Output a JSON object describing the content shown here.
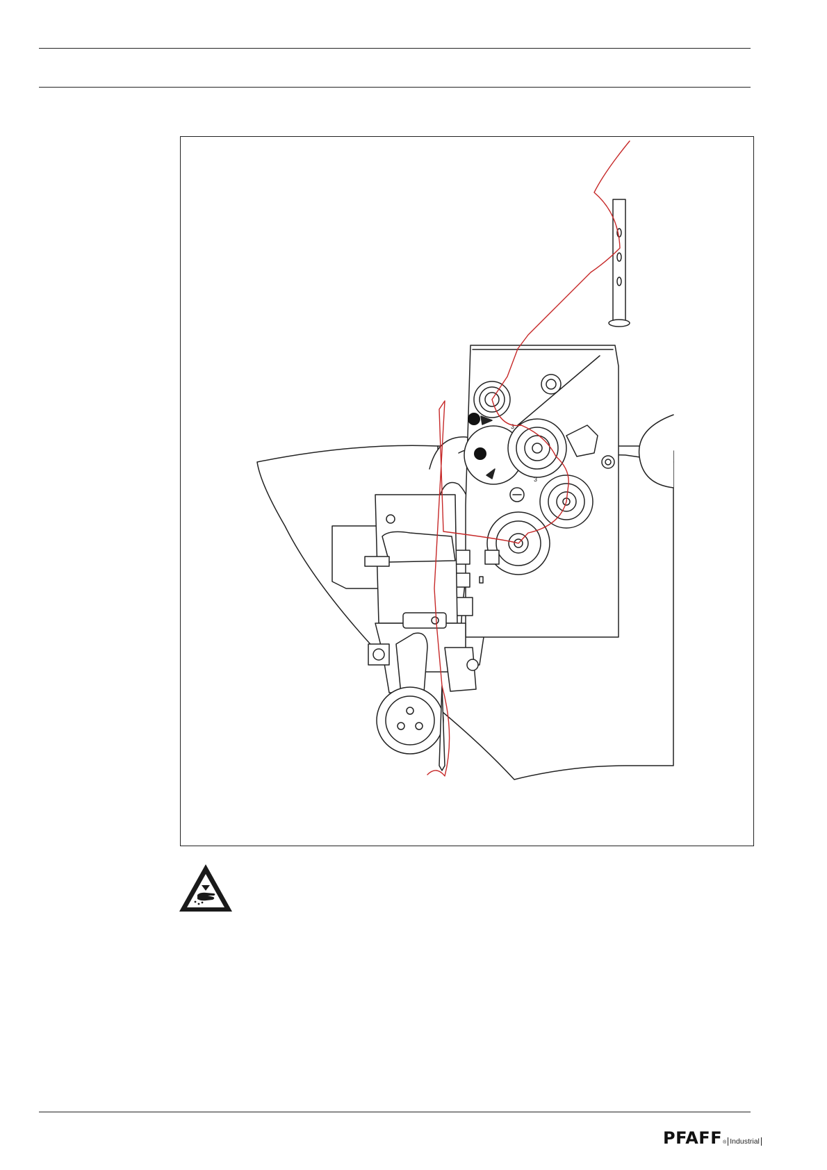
{
  "figure": {
    "knob_numbers": [
      "3",
      "3"
    ],
    "thread_color": "#c62828",
    "callout_markers": 2
  },
  "warning": {
    "icon": "hand-crush-warning-icon"
  },
  "footer": {
    "brand": "PFAFF",
    "registered_mark": "®",
    "sub_brand": "Industrial"
  }
}
